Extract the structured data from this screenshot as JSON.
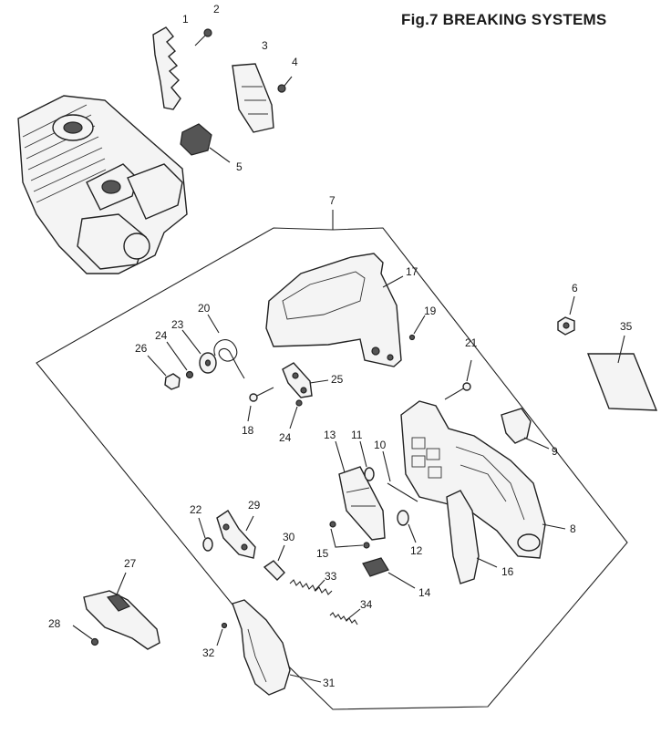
{
  "title": "Fig.7 BREAKING SYSTEMS",
  "part_numbers": [
    "1",
    "2",
    "3",
    "4",
    "5",
    "6",
    "7",
    "8",
    "9",
    "10",
    "11",
    "12",
    "13",
    "14",
    "15",
    "16",
    "17",
    "18",
    "19",
    "20",
    "21",
    "22",
    "23",
    "24",
    "25",
    "26",
    "27",
    "28",
    "29",
    "30",
    "31",
    "32",
    "33",
    "34",
    "35"
  ],
  "labels": {
    "l1": "1",
    "l2": "2",
    "l3": "3",
    "l4": "4",
    "l5": "5",
    "l6": "6",
    "l7": "7",
    "l8": "8",
    "l9": "9",
    "l10": "10",
    "l11": "11",
    "l12": "12",
    "l13": "13",
    "l14": "14",
    "l15": "15",
    "l16": "16",
    "l17": "17",
    "l18": "18",
    "l19": "19",
    "l20": "20",
    "l21": "21",
    "l22": "22",
    "l23": "23",
    "l24a": "24",
    "l24b": "24",
    "l25": "25",
    "l26": "26",
    "l27": "27",
    "l28": "28",
    "l29": "29",
    "l30": "30",
    "l31": "31",
    "l32": "32",
    "l33": "33",
    "l34": "34",
    "l35": "35"
  }
}
